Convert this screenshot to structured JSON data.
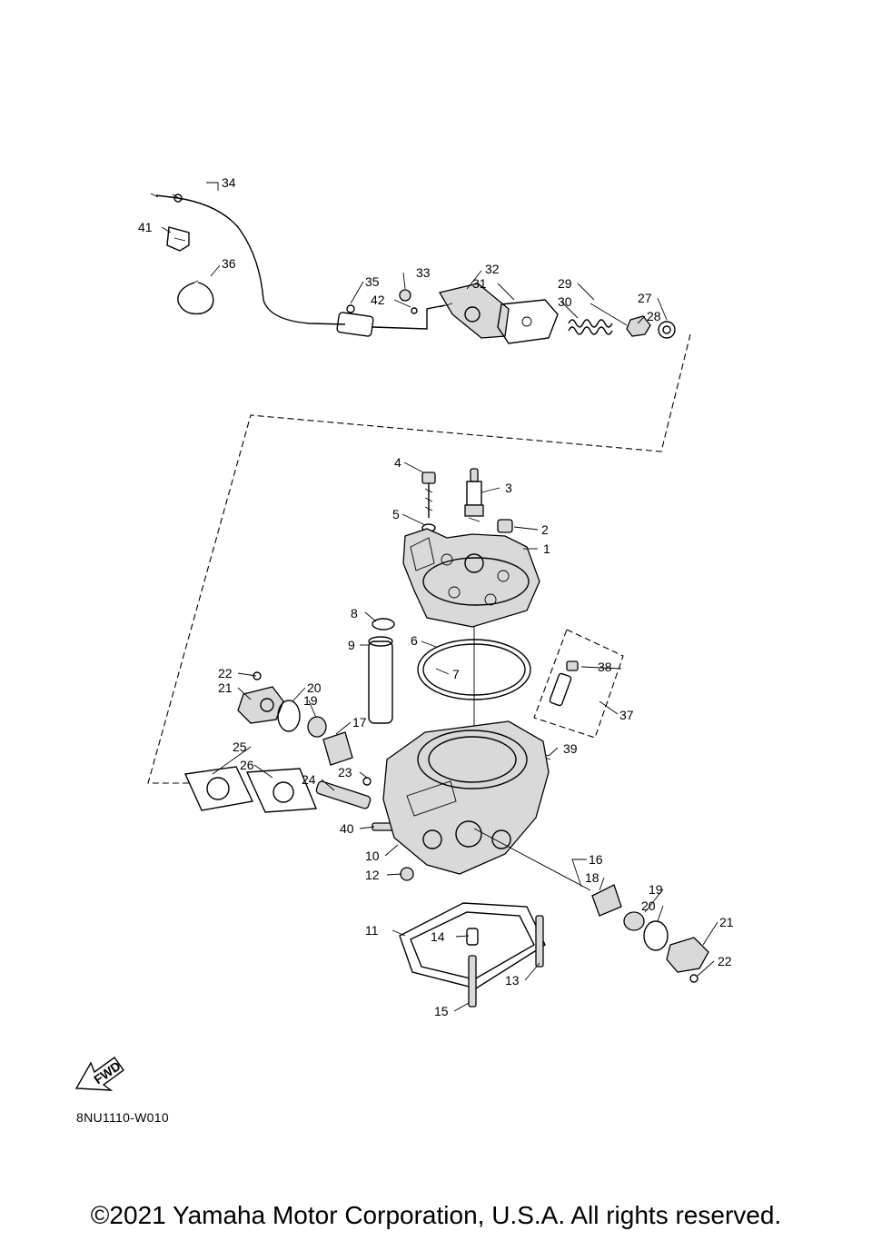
{
  "diagram": {
    "code": "8NU1110-W010",
    "fwd_label": "FWD",
    "callouts": [
      "1",
      "2",
      "3",
      "4",
      "5",
      "6",
      "7",
      "8",
      "9",
      "10",
      "11",
      "12",
      "13",
      "14",
      "15",
      "16",
      "17",
      "18",
      "19",
      "20",
      "21",
      "22",
      "23",
      "24",
      "25",
      "26",
      "27",
      "28",
      "29",
      "30",
      "31",
      "32",
      "33",
      "34",
      "35",
      "36",
      "37",
      "38",
      "39",
      "40",
      "41",
      "42"
    ]
  },
  "footer": {
    "copyright": "©2021 Yamaha Motor Corporation, U.S.A. All rights reserved."
  }
}
